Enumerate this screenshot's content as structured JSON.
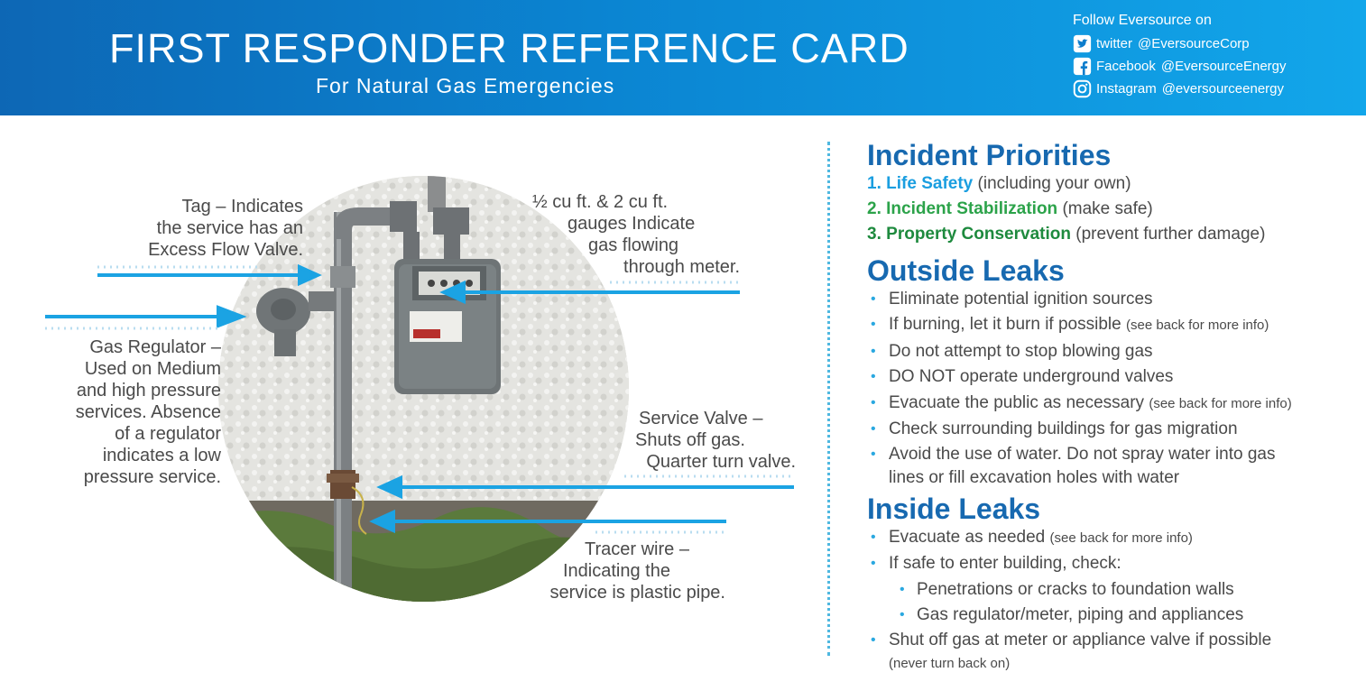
{
  "header": {
    "title": "FIRST RESPONDER REFERENCE CARD",
    "subtitle": "For Natural Gas Emergencies",
    "follow_label": "Follow Eversource on",
    "social": [
      {
        "icon": "twitter-icon",
        "network": "twitter",
        "handle": "@EversourceCorp"
      },
      {
        "icon": "facebook-icon",
        "network": "Facebook",
        "handle": "@EversourceEnergy"
      },
      {
        "icon": "instagram-icon",
        "network": "Instagram",
        "handle": "@eversourceenergy"
      }
    ]
  },
  "callouts": {
    "tag": [
      "Tag – Indicates",
      "the service has an",
      "Excess Flow Valve."
    ],
    "regulator": [
      "Gas Regulator –",
      "Used on Medium",
      "and high pressure",
      "services. Absence",
      "of a regulator",
      "indicates a low",
      "pressure service."
    ],
    "gauges": [
      "½ cu ft. & 2 cu ft.",
      "gauges Indicate",
      "gas flowing",
      "through meter."
    ],
    "valve": [
      "Service Valve –",
      "Shuts off gas.",
      "Quarter turn valve."
    ],
    "tracer": [
      "Tracer wire –",
      "Indicating the",
      "service is plastic pipe."
    ]
  },
  "incident_priorities": {
    "heading": "Incident Priorities",
    "items": [
      {
        "num": "1.",
        "label": "Life Safety",
        "note": "(including your own)"
      },
      {
        "num": "2.",
        "label": "Incident Stabilization",
        "note": "(make safe)"
      },
      {
        "num": "3.",
        "label": "Property Conservation",
        "note": "(prevent further damage)"
      }
    ]
  },
  "outside_leaks": {
    "heading": "Outside Leaks",
    "items": [
      {
        "text": "Eliminate potential ignition sources",
        "note": ""
      },
      {
        "text": "If burning, let it burn if possible",
        "note": "(see back for more info)"
      },
      {
        "text": "Do not attempt to stop blowing gas",
        "note": ""
      },
      {
        "text": "DO NOT operate underground valves",
        "note": ""
      },
      {
        "text": "Evacuate the public as necessary",
        "note": "(see back for more info)"
      },
      {
        "text": "Check surrounding buildings for gas migration",
        "note": ""
      },
      {
        "text": "Avoid the use of water. Do not spray water into gas",
        "line2": "lines or fill excavation holes with water"
      }
    ]
  },
  "inside_leaks": {
    "heading": "Inside Leaks",
    "items": [
      {
        "text": "Evacuate as needed",
        "note": "(see back for more info)"
      },
      {
        "text": "If safe to enter building, check:",
        "note": ""
      },
      {
        "text": "Penetrations or cracks to foundation walls",
        "sub": true
      },
      {
        "text": "Gas regulator/meter, piping and appliances",
        "sub": true
      },
      {
        "text": "Shut off gas at meter or appliance valve if possible",
        "line2": "(never turn back on)"
      }
    ]
  },
  "colors": {
    "header_start": "#0d67b5",
    "header_end": "#12a6ea",
    "heading_blue": "#1769b0",
    "priority_1": "#1a9ee0",
    "priority_2": "#2ca34a",
    "priority_3": "#1e8a3e",
    "arrow": "#1ba3e3"
  }
}
